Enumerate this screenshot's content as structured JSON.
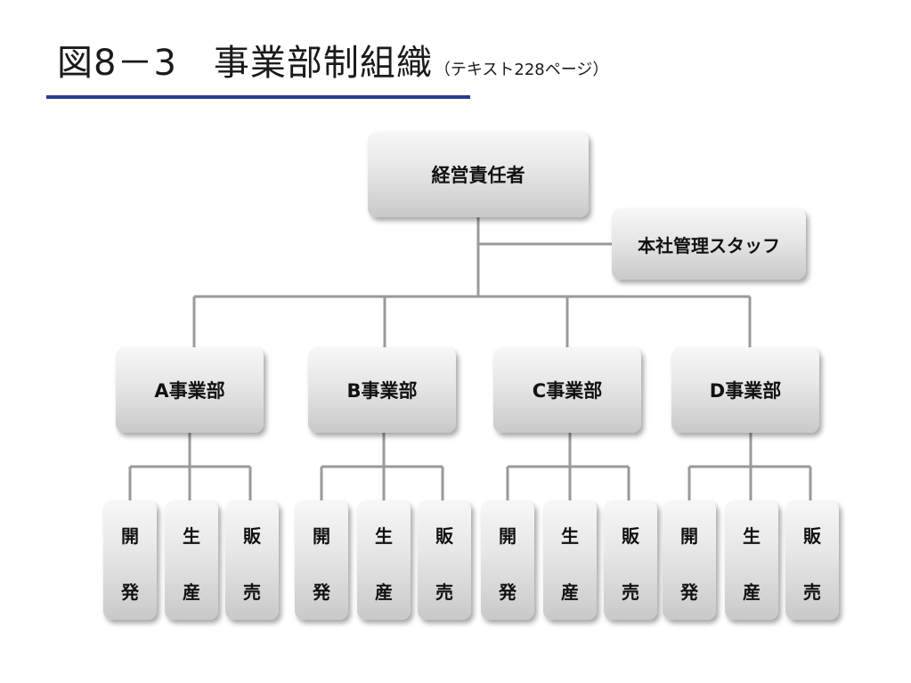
{
  "title": {
    "main": "図8－3　事業部制組織",
    "sub": "（テキスト228ページ）"
  },
  "org": {
    "executive": "経営責任者",
    "staff": "本社管理スタッフ",
    "divisions": [
      {
        "name": "A事業部",
        "functions": [
          {
            "line1": "開",
            "line2": "発"
          },
          {
            "line1": "生",
            "line2": "産"
          },
          {
            "line1": "販",
            "line2": "売"
          }
        ]
      },
      {
        "name": "B事業部",
        "functions": [
          {
            "line1": "開",
            "line2": "発"
          },
          {
            "line1": "生",
            "line2": "産"
          },
          {
            "line1": "販",
            "line2": "売"
          }
        ]
      },
      {
        "name": "C事業部",
        "functions": [
          {
            "line1": "開",
            "line2": "発"
          },
          {
            "line1": "生",
            "line2": "産"
          },
          {
            "line1": "販",
            "line2": "売"
          }
        ]
      },
      {
        "name": "D事業部",
        "functions": [
          {
            "line1": "開",
            "line2": "発"
          },
          {
            "line1": "生",
            "line2": "産"
          },
          {
            "line1": "販",
            "line2": "売"
          }
        ]
      }
    ]
  },
  "colors": {
    "title_rule": "#2b3a8f",
    "connector": "#9a9a9a"
  }
}
